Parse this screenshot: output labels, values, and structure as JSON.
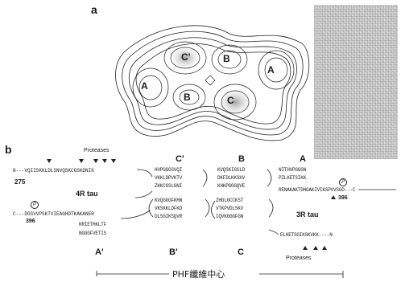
{
  "panel_a": {
    "label": "a",
    "regions": [
      "C'",
      "B",
      "A",
      "A",
      "B",
      "C"
    ]
  },
  "panel_b": {
    "label": "b",
    "proteases_top": "Proteases",
    "proteases_bottom": "Proteases",
    "tau_4r": "4R tau",
    "tau_3r": "3R tau",
    "top_left_seq": "N---VQIISKKLDLSNVQSKCGSKDNIK",
    "top_left_num": "275",
    "bottom_left_seq": "C---DGSVVPSKTVIEAGHDTKAKANER",
    "bottom_left_num": "396",
    "bottom_left_seq2": "KRIETHKLTF",
    "bottom_left_seq3": "NGGGFVETIS",
    "phospho_mark": "P",
    "right_top_num": "396",
    "col_c_prime_upper": [
      "HVPGGGSVQI",
      "VKKLDPVKTV",
      "ZKKCGSLGNI"
    ],
    "col_c_prime_lower": [
      "KVQGGGFKHN",
      "VKSKKLDFKD",
      "DLSGIKSQVR"
    ],
    "col_b_upper": [
      "KVQSKIGSLD",
      "DKFDLKKSKV",
      "KHKPGGGQVE"
    ],
    "col_b_lower": [
      "ZHGLGCCKST",
      "VTKPVDLSKV",
      "IQVKGGGFGN"
    ],
    "col_a_seq1": "NITHVPGGGN",
    "col_a_seq2": "PZLKETSIKK",
    "col_a_seq3": "RENAKAKTDHGAKIVIKSPVVSGD---C",
    "bottom_right_seq": "ELHETSGIKSKVKK----N",
    "labels_top": {
      "c_prime": "C'",
      "b": "B",
      "a": "A"
    },
    "labels_bottom": {
      "a_prime": "A'",
      "b_prime": "B'",
      "c": "C"
    },
    "footer_text": "PHF纖維中心"
  }
}
